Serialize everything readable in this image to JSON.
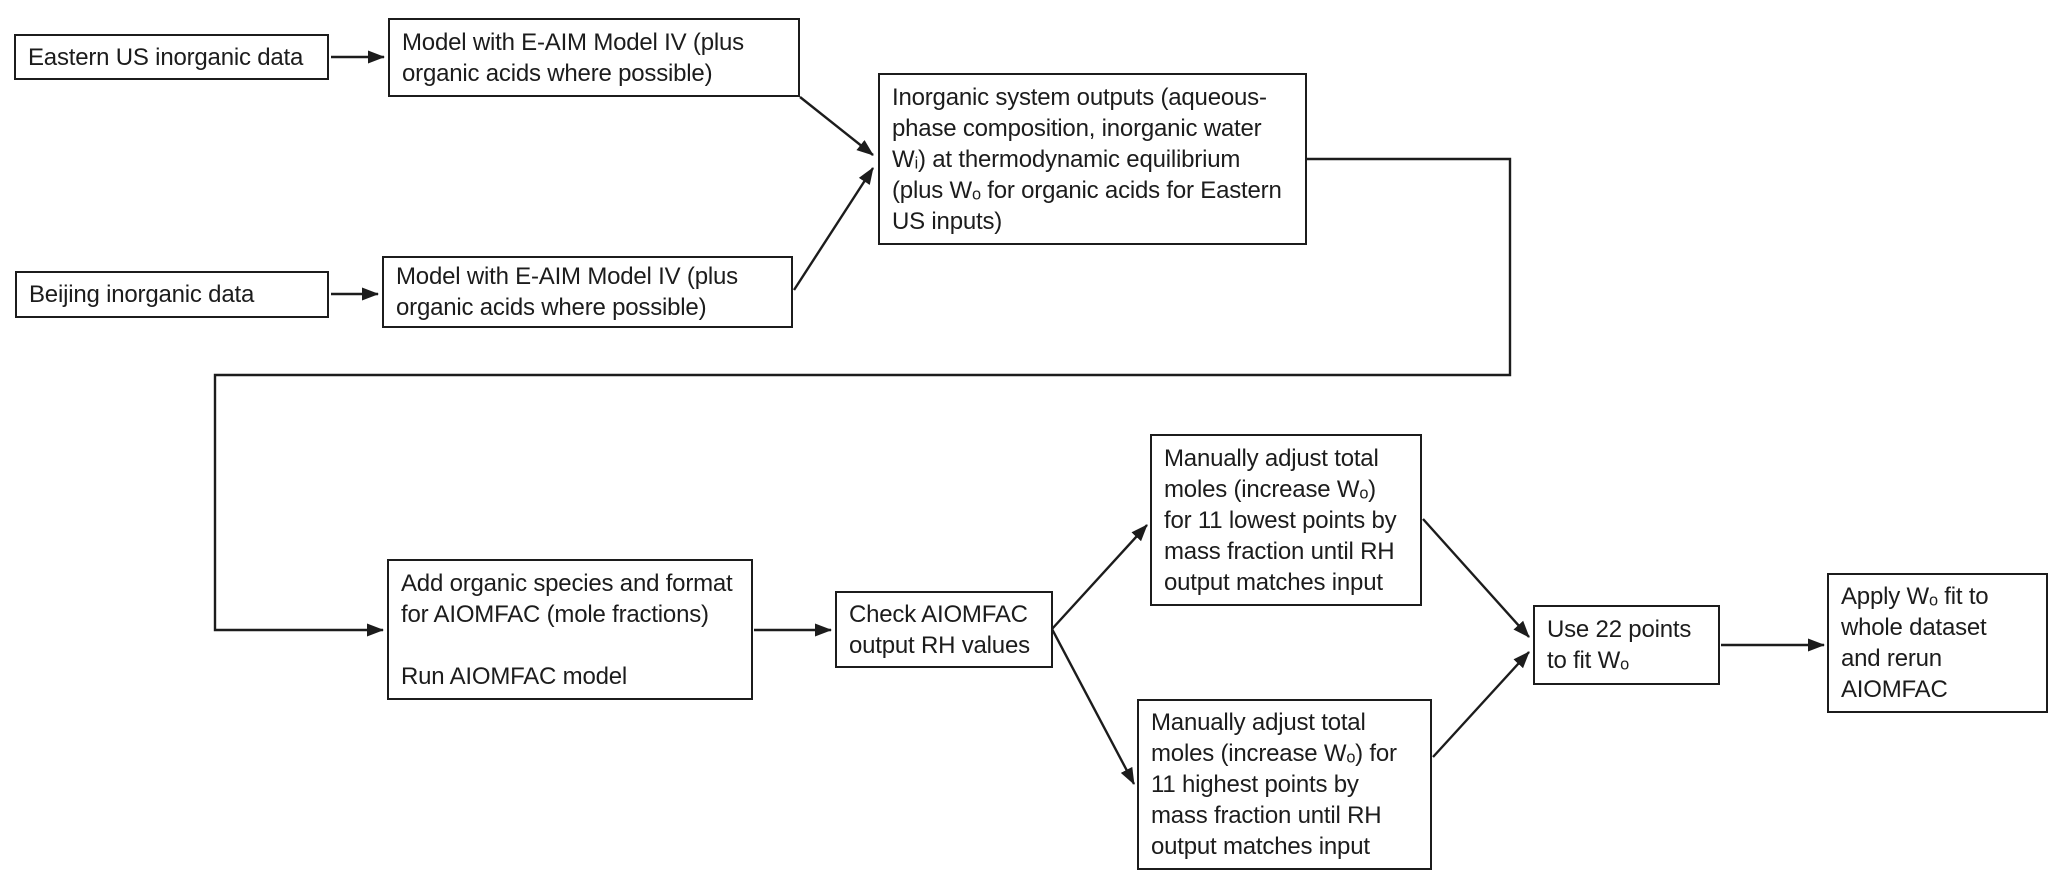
{
  "diagram": {
    "type": "flowchart",
    "colors": {
      "background": "#ffffff",
      "box_border": "#1c1c1c",
      "box_fill": "#ffffff",
      "arrow": "#1c1c1c",
      "text": "#1c1c1c"
    },
    "nodes": {
      "eastern_us": {
        "id": "eastern-us-data",
        "text": "Eastern US inorganic data"
      },
      "model_eaim_top": {
        "id": "model-eaim-eastern",
        "text": "Model with E-AIM Model IV (plus\norganic acids where possible)"
      },
      "beijing": {
        "id": "beijing-data",
        "text": "Beijing inorganic data"
      },
      "model_eaim_bottom": {
        "id": "model-eaim-beijing",
        "text": "Model with E-AIM Model IV (plus\norganic acids where possible)"
      },
      "inorganic_outputs": {
        "id": "inorganic-outputs",
        "text": "Inorganic system outputs (aqueous-\nphase composition, inorganic water\nWᵢ) at thermodynamic equilibrium\n(plus Wₒ for organic acids for Eastern\nUS inputs)"
      },
      "add_organic": {
        "id": "add-organic-species",
        "text": "Add organic species and format\nfor AIOMFAC (mole fractions)\n\nRun AIOMFAC model"
      },
      "check_rh": {
        "id": "check-aiomfac-rh",
        "text": "Check AIOMFAC\noutput RH values"
      },
      "adjust_lowest": {
        "id": "adjust-lowest-points",
        "text": "Manually adjust total\nmoles (increase Wₒ)\nfor 11 lowest points by\nmass fraction until RH\noutput matches input"
      },
      "adjust_highest": {
        "id": "adjust-highest-points",
        "text": "Manually adjust total\nmoles (increase Wₒ) for\n11 highest points by\nmass fraction until RH\noutput matches input"
      },
      "use_22": {
        "id": "use-22-points",
        "text": "Use 22 points\nto fit Wₒ"
      },
      "apply_fit": {
        "id": "apply-fit",
        "text": "Apply Wₒ fit to\nwhole dataset\nand rerun\nAIOMFAC"
      }
    },
    "edges": [
      {
        "from": "eastern-us-data",
        "to": "model-eaim-eastern"
      },
      {
        "from": "beijing-data",
        "to": "model-eaim-beijing"
      },
      {
        "from": "model-eaim-eastern",
        "to": "inorganic-outputs"
      },
      {
        "from": "model-eaim-beijing",
        "to": "inorganic-outputs"
      },
      {
        "from": "inorganic-outputs",
        "to": "add-organic-species"
      },
      {
        "from": "add-organic-species",
        "to": "check-aiomfac-rh"
      },
      {
        "from": "check-aiomfac-rh",
        "to": "adjust-lowest-points"
      },
      {
        "from": "check-aiomfac-rh",
        "to": "adjust-highest-points"
      },
      {
        "from": "adjust-lowest-points",
        "to": "use-22-points"
      },
      {
        "from": "adjust-highest-points",
        "to": "use-22-points"
      },
      {
        "from": "use-22-points",
        "to": "apply-fit"
      }
    ]
  }
}
